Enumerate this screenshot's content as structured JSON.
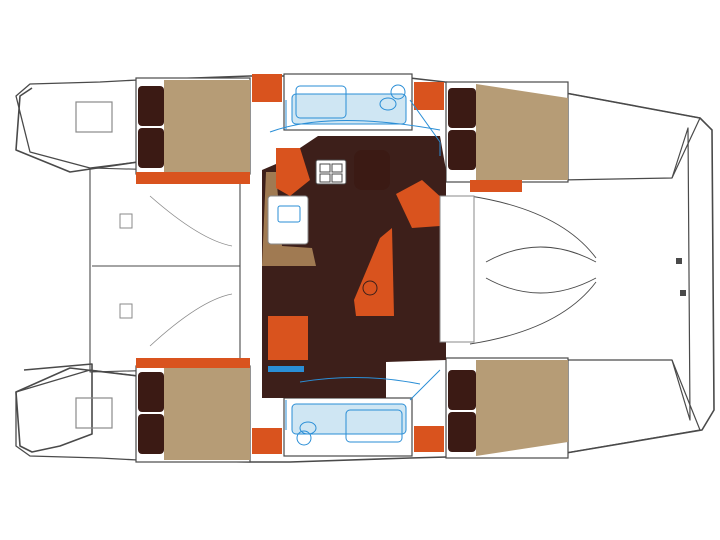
{
  "colors": {
    "background": "#ffffff",
    "hull_outline": "#4a4a4a",
    "deck_line": "#8a8a8a",
    "bed": "#b69c76",
    "cushion": "#3b1a14",
    "accent_orange": "#d9531e",
    "saloon_floor": "#3d1f1a",
    "bathroom_fixture_blue": "#2a8ed6",
    "galley_counter": "#a07a52",
    "light_blue_panel": "#cfe6f3"
  },
  "icons": {
    "helm_wheel": "circle-grid-icon",
    "cooktop": "burner-grid-icon",
    "sink": "basin-icon",
    "toilet": "toilet-icon"
  },
  "layout": {
    "view": "top-down",
    "hull_count": 2,
    "cabin_count": 4,
    "head_count": 2
  }
}
